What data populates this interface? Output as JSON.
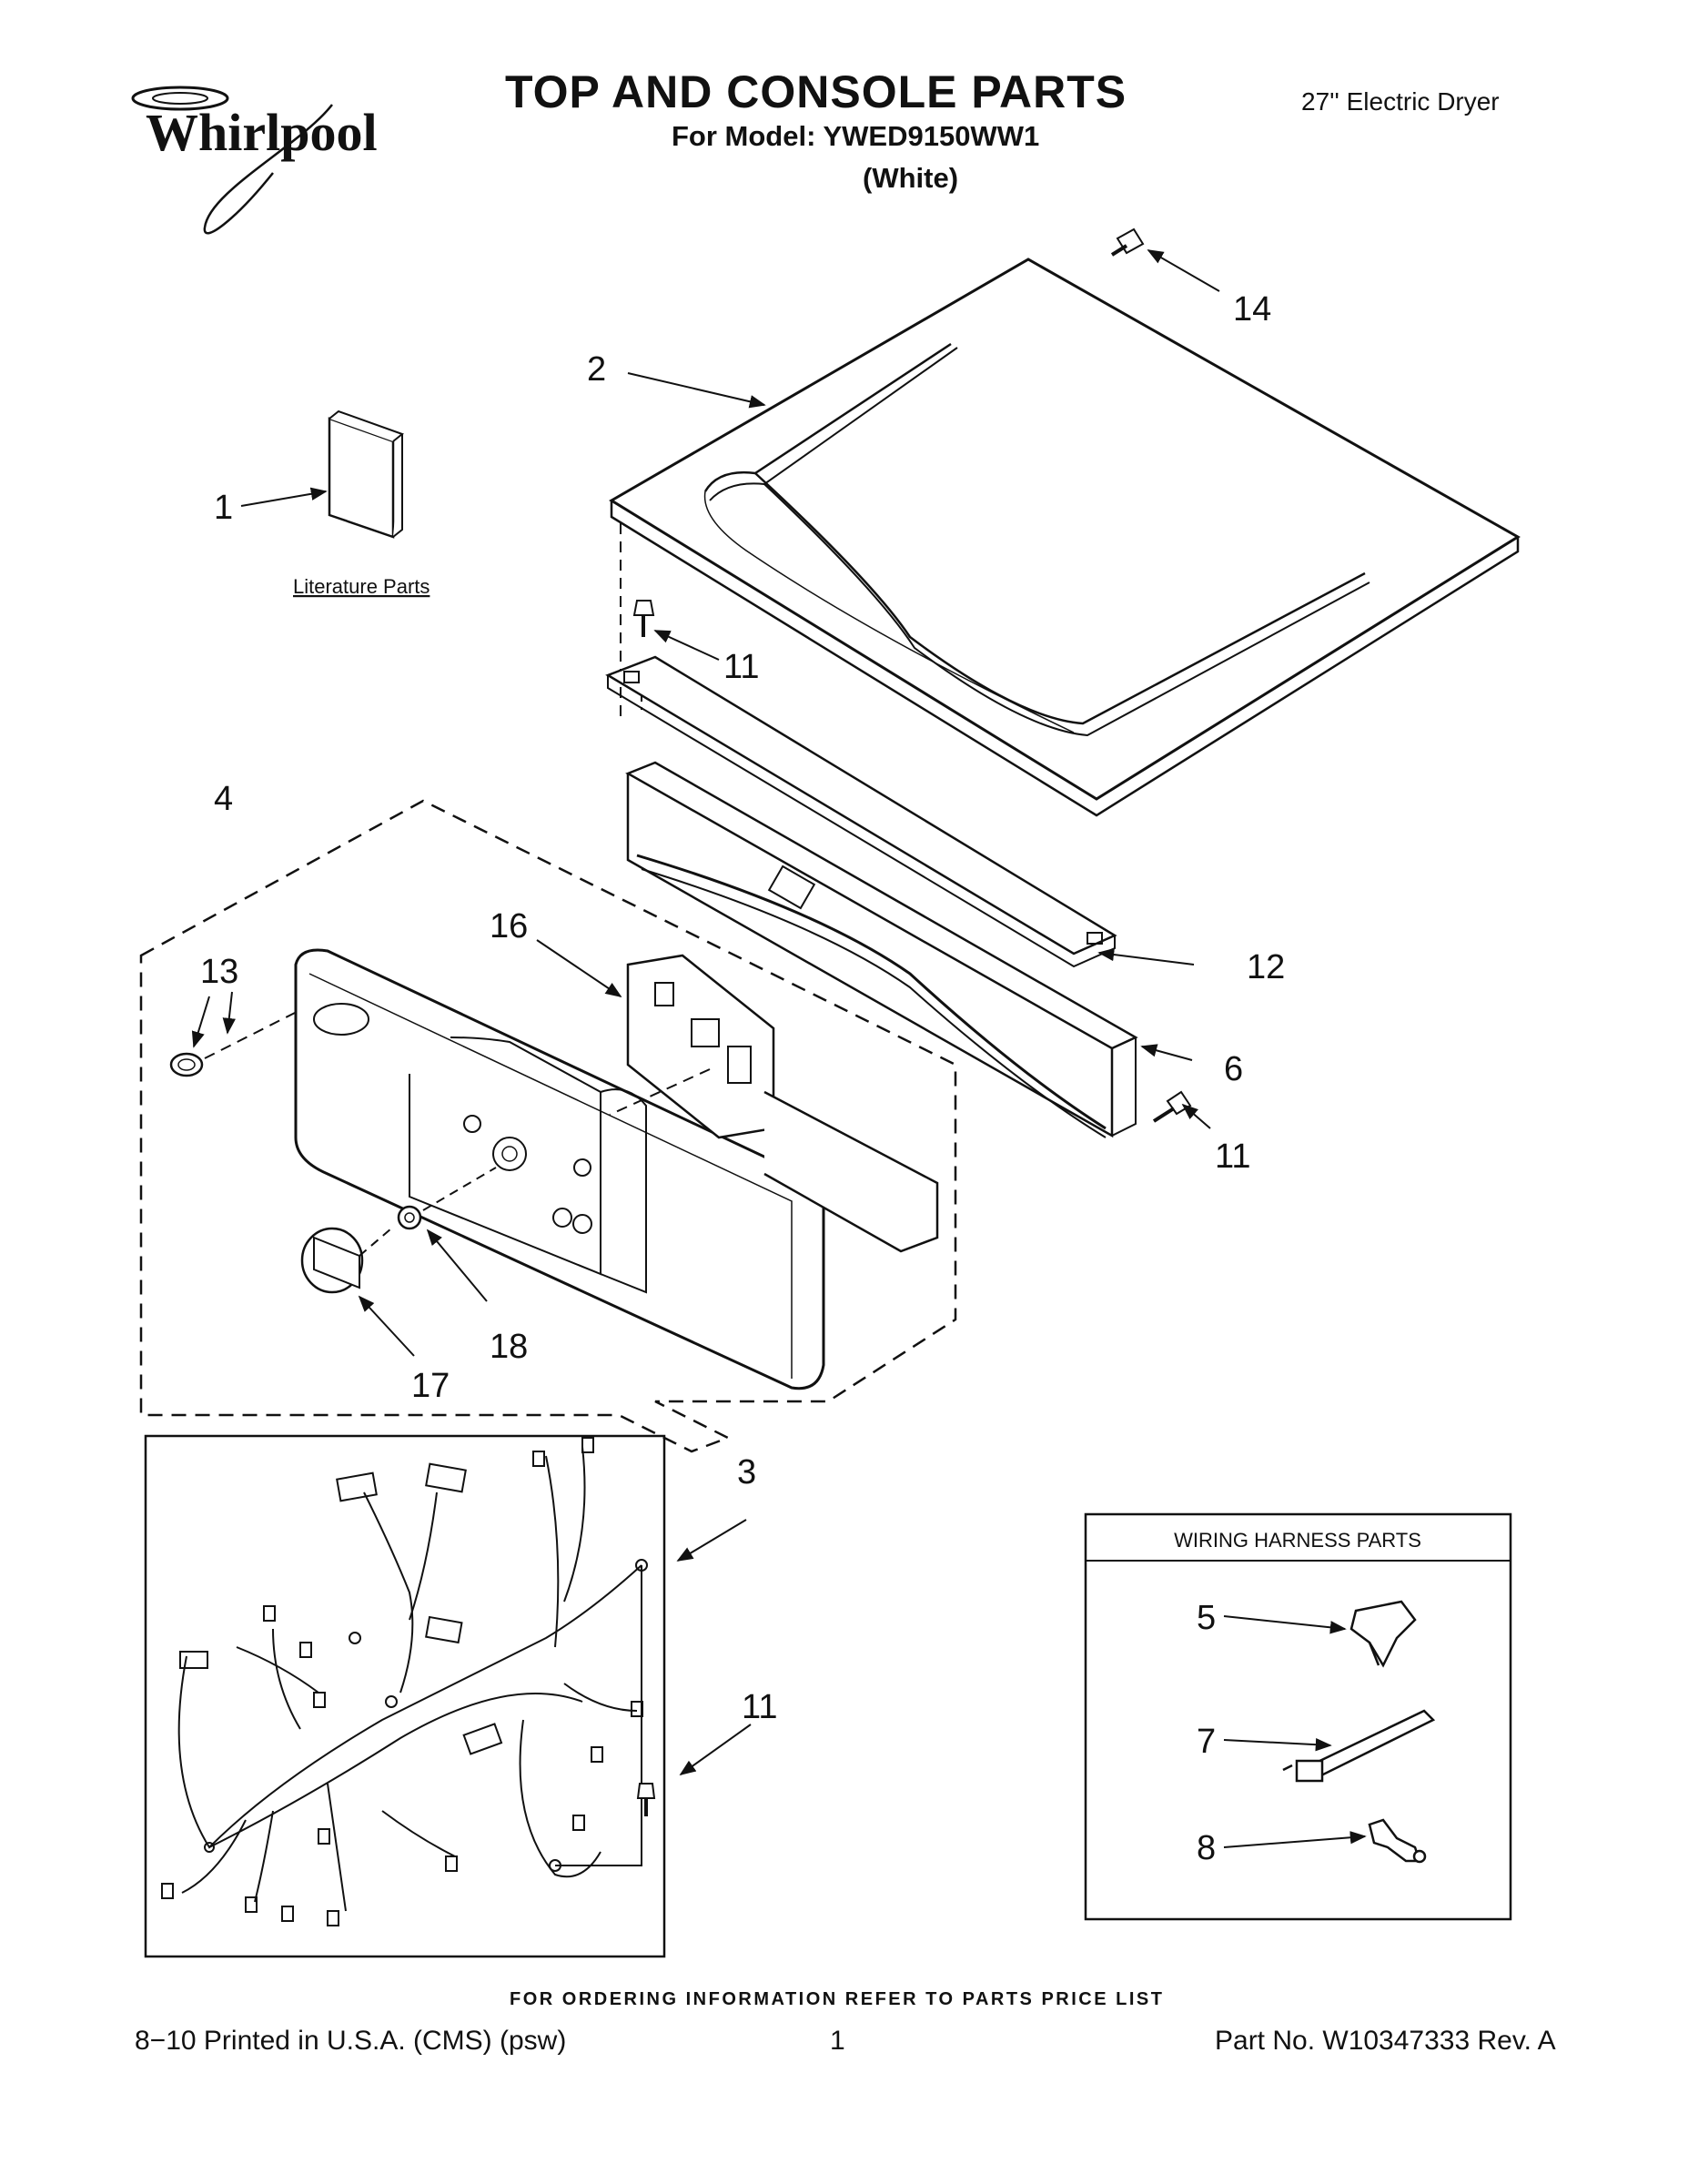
{
  "brand": "Whirlpool",
  "header": {
    "title": "TOP AND CONSOLE PARTS",
    "model_line": "For Model: YWED9150WW1",
    "color": "(White)",
    "product": "27'' Electric Dryer"
  },
  "literature_label": "Literature Parts",
  "wiring_box": {
    "title": "WIRING HARNESS PARTS"
  },
  "callouts": {
    "c1": "1",
    "c2": "2",
    "c3": "3",
    "c4": "4",
    "c5": "5",
    "c6": "6",
    "c7": "7",
    "c8": "8",
    "c11a": "11",
    "c11b": "11",
    "c11c": "11",
    "c12": "12",
    "c13": "13",
    "c14": "14",
    "c16": "16",
    "c17": "17",
    "c18": "18"
  },
  "footer": {
    "note": "FOR ORDERING INFORMATION REFER TO PARTS PRICE LIST",
    "printed": "8−10 Printed in U.S.A. (CMS) (psw)",
    "page": "1",
    "part_no": "Part No. W10347333 Rev. A"
  }
}
